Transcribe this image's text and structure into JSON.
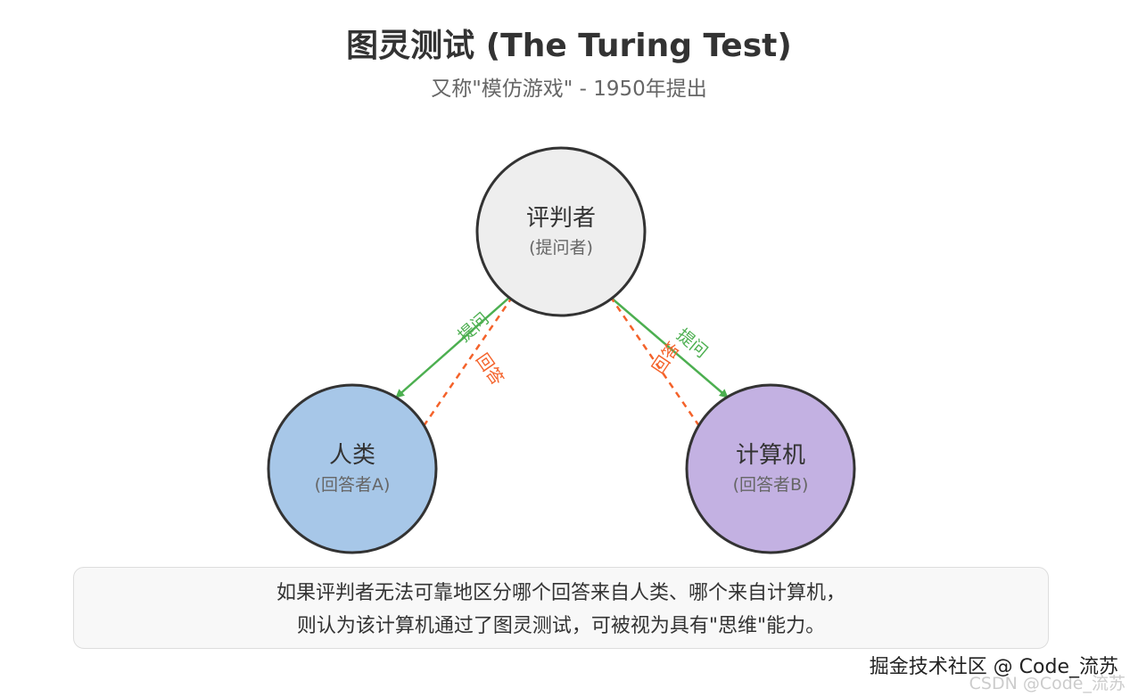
{
  "header": {
    "title": "图灵测试 (The Turing Test)",
    "subtitle": "又称\"模仿游戏\" - 1950年提出"
  },
  "nodes": {
    "judge": {
      "name": "评判者",
      "role": "(提问者)",
      "fill": "#eeeeee"
    },
    "human": {
      "name": "人类",
      "role": "(回答者A)",
      "fill": "#a7c7e8"
    },
    "computer": {
      "name": "计算机",
      "role": "(回答者B)",
      "fill": "#c3b1e2"
    }
  },
  "edges": {
    "ask_label": "提问",
    "answer_label": "回答",
    "ask_color": "#4caf50",
    "answer_color": "#f4622a"
  },
  "note": {
    "line1": "如果评判者无法可靠地区分哪个回答来自人类、哪个来自计算机，",
    "line2": "则认为该计算机通过了图灵测试，可被视为具有\"思维\"能力。"
  },
  "watermark": {
    "primary": "掘金技术社区 @ Code_流苏",
    "secondary": "CSDN @Code_流苏"
  }
}
